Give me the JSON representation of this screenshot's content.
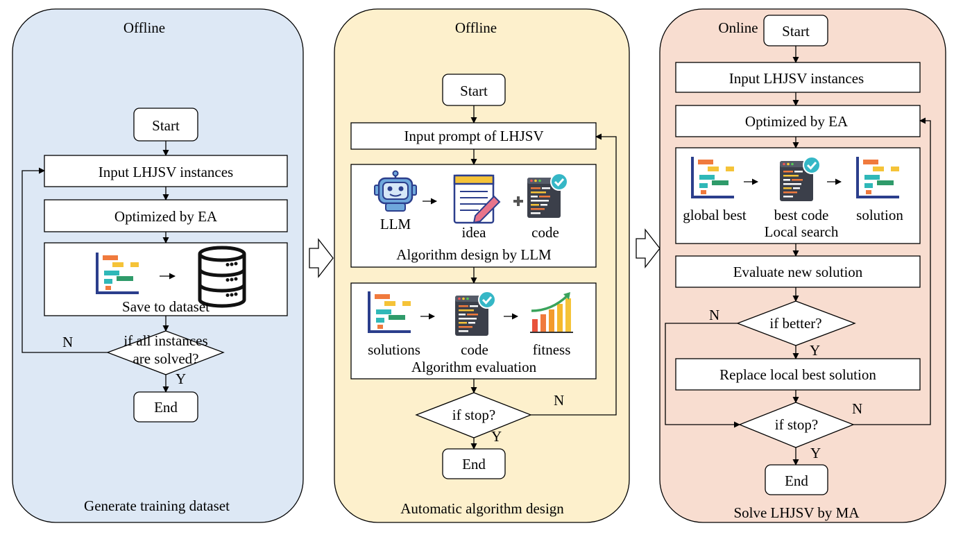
{
  "colors": {
    "panel_offline_1": "#dde8f5",
    "panel_offline_2": "#fdf0cc",
    "panel_online": "#f8ddd0",
    "gantt_orange": "#f07a3d",
    "gantt_yellow": "#f5c338",
    "gantt_teal": "#2fb8b8",
    "gantt_green": "#2f9b6a",
    "code_dark": "#3b3f4a",
    "check_teal": "#35b7c6",
    "database": "#111111",
    "robot_blue": "#6fa8dc",
    "fitness_orange": "#f39a2c",
    "fitness_green": "#3aa35c"
  },
  "panels": {
    "p1": {
      "mode": "Offline",
      "caption": "Generate training dataset",
      "start": "Start",
      "input": "Input LHJSV instances",
      "optimize": "Optimized by EA",
      "save": "Save to dataset",
      "decision_l1": "if all instances",
      "decision_l2": "are solved?",
      "no": "N",
      "yes": "Y",
      "end": "End",
      "icons": [
        "gantt-chart-icon",
        "arrow-icon",
        "database-icon"
      ]
    },
    "p2": {
      "mode": "Offline",
      "caption": "Automatic algorithm design",
      "start": "Start",
      "input": "Input prompt of LHJSV",
      "llm": "LLM",
      "idea": "idea",
      "code": "code",
      "design": "Algorithm design by LLM",
      "solutions": "solutions",
      "code2": "code",
      "fitness": "fitness",
      "evaluation": "Algorithm evaluation",
      "decision": "if stop?",
      "no": "N",
      "yes": "Y",
      "end": "End",
      "icons": [
        "robot-icon",
        "notepad-pencil-icon",
        "plus-icon",
        "code-check-icon",
        "gantt-chart-icon",
        "growth-chart-icon"
      ]
    },
    "p3": {
      "mode": "Online",
      "caption": "Solve LHJSV by MA",
      "start": "Start",
      "input": "Input LHJSV instances",
      "optimize": "Optimized by EA",
      "global_best": "global best",
      "best_code": "best code",
      "solution": "solution",
      "local_search": "Local search",
      "evaluate": "Evaluate new solution",
      "decision1": "if better?",
      "replace": "Replace local best solution",
      "decision2": "if stop?",
      "no1": "N",
      "yes1": "Y",
      "no2": "N",
      "yes2": "Y",
      "end": "End",
      "icons": [
        "gantt-chart-icon",
        "code-check-icon",
        "gantt-chart-icon"
      ]
    }
  }
}
